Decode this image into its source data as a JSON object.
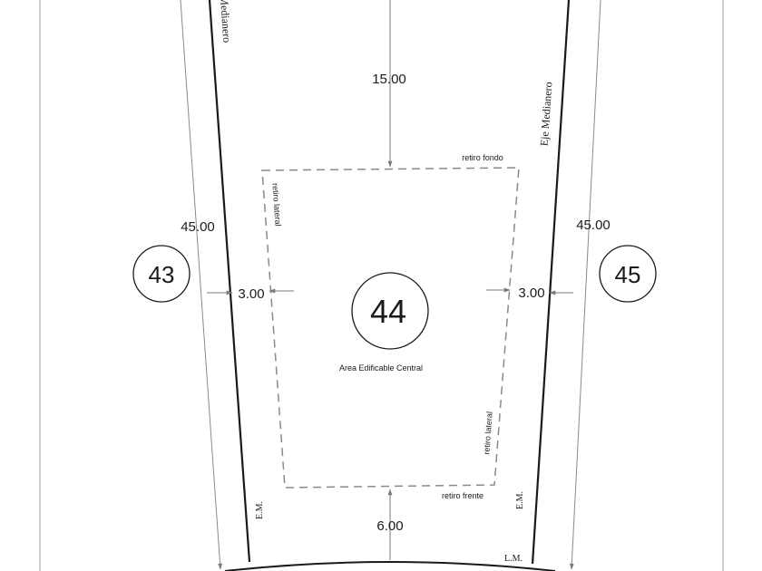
{
  "lots": {
    "left": "43",
    "center": "44",
    "right": "45"
  },
  "dimensions": {
    "rear_setback": "15.00",
    "left_depth": "45.00",
    "right_depth": "45.00",
    "left_side_setback": "3.00",
    "right_side_setback": "3.00",
    "front_setback": "6.00"
  },
  "labels": {
    "retiro_fondo": "retiro fondo",
    "retiro_lateral_left": "retiro lateral",
    "retiro_lateral_right": "retiro lateral",
    "retiro_frente": "retiro frente",
    "area": "Area Edificable Central",
    "eje_left": "Eje Medianero",
    "eje_right": "Eje Medianero",
    "em_left": "E.M.",
    "em_right": "E.M.",
    "lm": "L.M."
  },
  "colors": {
    "line": "#1a1a1a",
    "dashed": "#8a8a8a",
    "dim": "#7a7a7a",
    "frame": "#b0b0b0"
  }
}
